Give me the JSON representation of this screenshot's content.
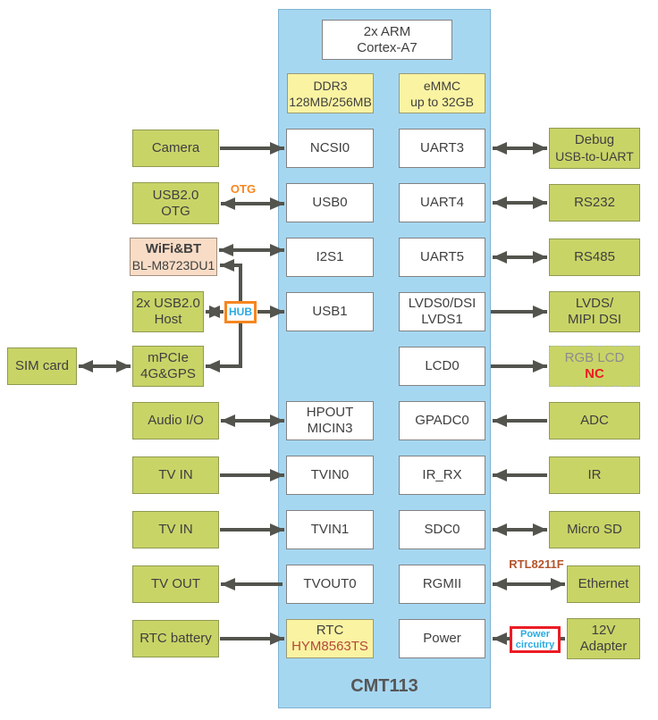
{
  "diagram": {
    "title": "CMT113",
    "type": "soc-block-diagram",
    "colors": {
      "panel_blue": "#a6d7f1",
      "node_green": "#c9d467",
      "node_yellow": "#faf3a2",
      "node_pink": "#f8dcc6",
      "node_white": "#ffffff",
      "arrow_gray": "#53544d",
      "accent_orange": "#f6861f",
      "accent_cyan": "#29abe2",
      "accent_red": "#ec1c24",
      "accent_brick": "#b2493b",
      "muted_gray": "#8c8c8c"
    }
  },
  "nodes": {
    "cpu": {
      "line1": "2x ARM",
      "line2": "Cortex-A7"
    },
    "ddr3": {
      "line1": "DDR3",
      "line2": "128MB/256MB"
    },
    "emmc": {
      "line1": "eMMC",
      "line2": "up to 32GB"
    },
    "ncsi0": {
      "label": "NCSI0"
    },
    "usb0": {
      "label": "USB0"
    },
    "i2s1": {
      "label": "I2S1"
    },
    "usb1": {
      "label": "USB1"
    },
    "hpout": {
      "line1": "HPOUT",
      "line2": "MICIN3"
    },
    "tvin0": {
      "label": "TVIN0"
    },
    "tvin1": {
      "label": "TVIN1"
    },
    "tvout0": {
      "label": "TVOUT0"
    },
    "rtc": {
      "line1": "RTC",
      "line2": "HYM8563TS"
    },
    "uart3": {
      "label": "UART3"
    },
    "uart4": {
      "label": "UART4"
    },
    "uart5": {
      "label": "UART5"
    },
    "lvds": {
      "line1": "LVDS0/DSI",
      "line2": "LVDS1"
    },
    "lcd0": {
      "label": "LCD0"
    },
    "gpadc0": {
      "label": "GPADC0"
    },
    "ir_rx": {
      "label": "IR_RX"
    },
    "sdc0": {
      "label": "SDC0"
    },
    "rgmii": {
      "label": "RGMII"
    },
    "power": {
      "label": "Power"
    },
    "camera": {
      "label": "Camera"
    },
    "usb_otg": {
      "line1": "USB2.0",
      "line2": "OTG"
    },
    "wifi_bt": {
      "line1": "WiFi&BT",
      "line2": "BL-M8723DU1"
    },
    "usb_host": {
      "line1": "2x USB2.0",
      "line2": "Host"
    },
    "sim_card": {
      "label": "SIM card"
    },
    "mpcie": {
      "line1": "mPCIe",
      "line2": "4G&GPS"
    },
    "audio_io": {
      "label": "Audio I/O"
    },
    "tv_in_a": {
      "label": "TV IN"
    },
    "tv_in_b": {
      "label": "TV IN"
    },
    "tv_out": {
      "label": "TV OUT"
    },
    "rtc_battery": {
      "label": "RTC battery"
    },
    "debug": {
      "line1": "Debug",
      "line2": "USB-to-UART"
    },
    "rs232": {
      "label": "RS232"
    },
    "rs485": {
      "label": "RS485"
    },
    "lvds_mipi": {
      "line1": "LVDS/",
      "line2": "MIPI DSI"
    },
    "rgb_lcd": {
      "line1": "RGB LCD",
      "line2": "NC"
    },
    "adc": {
      "label": "ADC"
    },
    "ir": {
      "label": "IR"
    },
    "micro_sd": {
      "label": "Micro SD"
    },
    "ethernet": {
      "label": "Ethernet"
    },
    "adapter_12v": {
      "line1": "12V",
      "line2": "Adapter"
    }
  },
  "labels": {
    "otg": "OTG",
    "hub": "HUB",
    "rtl8211f": "RTL8211F",
    "power_circuitry_line1": "Power",
    "power_circuitry_line2": "circuitry"
  },
  "connections": [
    {
      "from": "Camera",
      "to": "NCSI0",
      "arrow": "one-way"
    },
    {
      "from": "USB2.0 OTG",
      "to": "USB0",
      "arrow": "two-way",
      "label": "OTG"
    },
    {
      "from": "WiFi&BT BL-M8723DU1",
      "to": "I2S1",
      "arrow": "two-way"
    },
    {
      "from": "HUB",
      "to": "WiFi&BT BL-M8723DU1",
      "arrow": "one-way"
    },
    {
      "from": "2x USB2.0 Host",
      "to": "HUB",
      "arrow": "two-way"
    },
    {
      "from": "HUB",
      "to": "USB1",
      "arrow": "one-way"
    },
    {
      "from": "HUB",
      "to": "mPCIe 4G&GPS",
      "arrow": "one-way"
    },
    {
      "from": "SIM card",
      "to": "mPCIe 4G&GPS",
      "arrow": "two-way"
    },
    {
      "from": "Audio I/O",
      "to": "HPOUT MICIN3",
      "arrow": "two-way"
    },
    {
      "from": "TV IN",
      "to": "TVIN0",
      "arrow": "one-way"
    },
    {
      "from": "TV IN",
      "to": "TVIN1",
      "arrow": "one-way"
    },
    {
      "from": "TVOUT0",
      "to": "TV OUT",
      "arrow": "one-way"
    },
    {
      "from": "RTC battery",
      "to": "RTC HYM8563TS",
      "arrow": "one-way"
    },
    {
      "from": "UART3",
      "to": "Debug USB-to-UART",
      "arrow": "two-way"
    },
    {
      "from": "UART4",
      "to": "RS232",
      "arrow": "two-way"
    },
    {
      "from": "UART5",
      "to": "RS485",
      "arrow": "two-way"
    },
    {
      "from": "LVDS0/DSI LVDS1",
      "to": "LVDS/MIPI DSI",
      "arrow": "one-way"
    },
    {
      "from": "LCD0",
      "to": "RGB LCD (NC)",
      "arrow": "one-way"
    },
    {
      "from": "ADC",
      "to": "GPADC0",
      "arrow": "one-way"
    },
    {
      "from": "IR",
      "to": "IR_RX",
      "arrow": "one-way"
    },
    {
      "from": "SDC0",
      "to": "Micro SD",
      "arrow": "two-way"
    },
    {
      "from": "RGMII",
      "to": "Ethernet",
      "arrow": "two-way",
      "label": "RTL8211F"
    },
    {
      "from": "12V Adapter",
      "to": "Power",
      "arrow": "one-way",
      "label": "Power circuitry"
    }
  ]
}
